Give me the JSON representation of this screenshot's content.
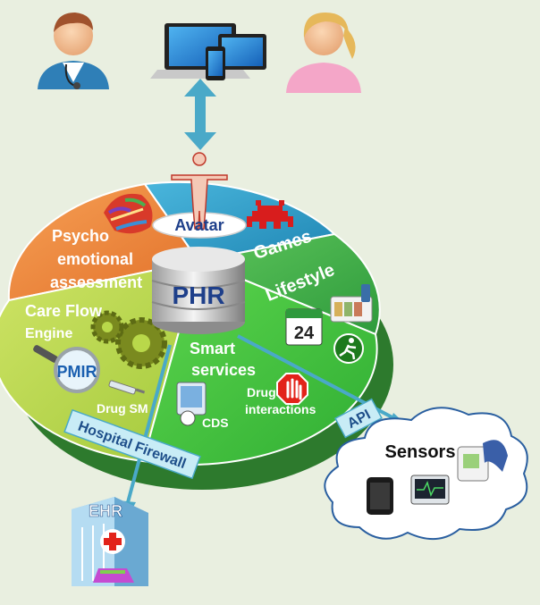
{
  "colors": {
    "background": "#e9efe0",
    "psycho": "#f0883a",
    "games": "#2f9fc9",
    "lifestyle": "#3cae4a",
    "careflow": "#b9d84a",
    "smart": "#3fbf3a",
    "arrow": "#4aa9c8",
    "label_box": "#c8ecf6"
  },
  "top": {
    "doctor_icon": "doctor-icon",
    "devices_icon": "devices-icon",
    "patient_icon": "patient-icon"
  },
  "center": {
    "avatar_label": "Avatar",
    "phr_label": "PHR"
  },
  "segments": {
    "psycho": [
      "Psycho",
      "emotional",
      "assessment"
    ],
    "games": "Games",
    "lifestyle": "Lifestyle",
    "careflow": [
      "Care Flow",
      "Engine"
    ],
    "pmir": "PMIR",
    "drug_sm": "Drug SM",
    "smart": [
      "Smart",
      "services"
    ],
    "cds": "CDS",
    "drug_interactions": [
      "Drug",
      "interactions"
    ],
    "calendar_day": "24"
  },
  "connectors": {
    "hospital_firewall": "Hospital Firewall",
    "api": "API"
  },
  "external": {
    "sensors_label": "Sensors",
    "ehr_label": "EHR"
  }
}
